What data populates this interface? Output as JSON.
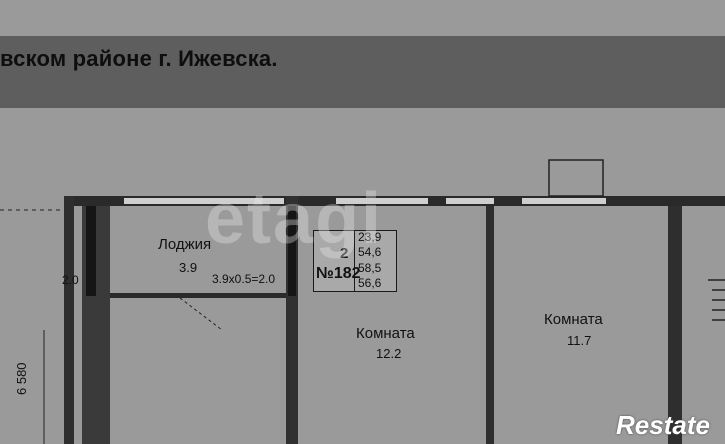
{
  "header": {
    "title": "вском районе г. Ижевска."
  },
  "plan": {
    "loggia": {
      "name": "Лоджия",
      "area": "3.9",
      "formula": "3.9x0.5=2.0"
    },
    "left_dim": "2.0",
    "apartment": {
      "rooms": "2",
      "number": "№182",
      "areas": [
        "23,9",
        "54,6",
        "58,5",
        "56,6"
      ]
    },
    "room1": {
      "name": "Комната",
      "area": "12.2"
    },
    "room2": {
      "name": "Комната",
      "area": "11.7"
    },
    "vertical_dim": "6 580"
  },
  "watermark": "etagi",
  "brand": "Restate"
}
